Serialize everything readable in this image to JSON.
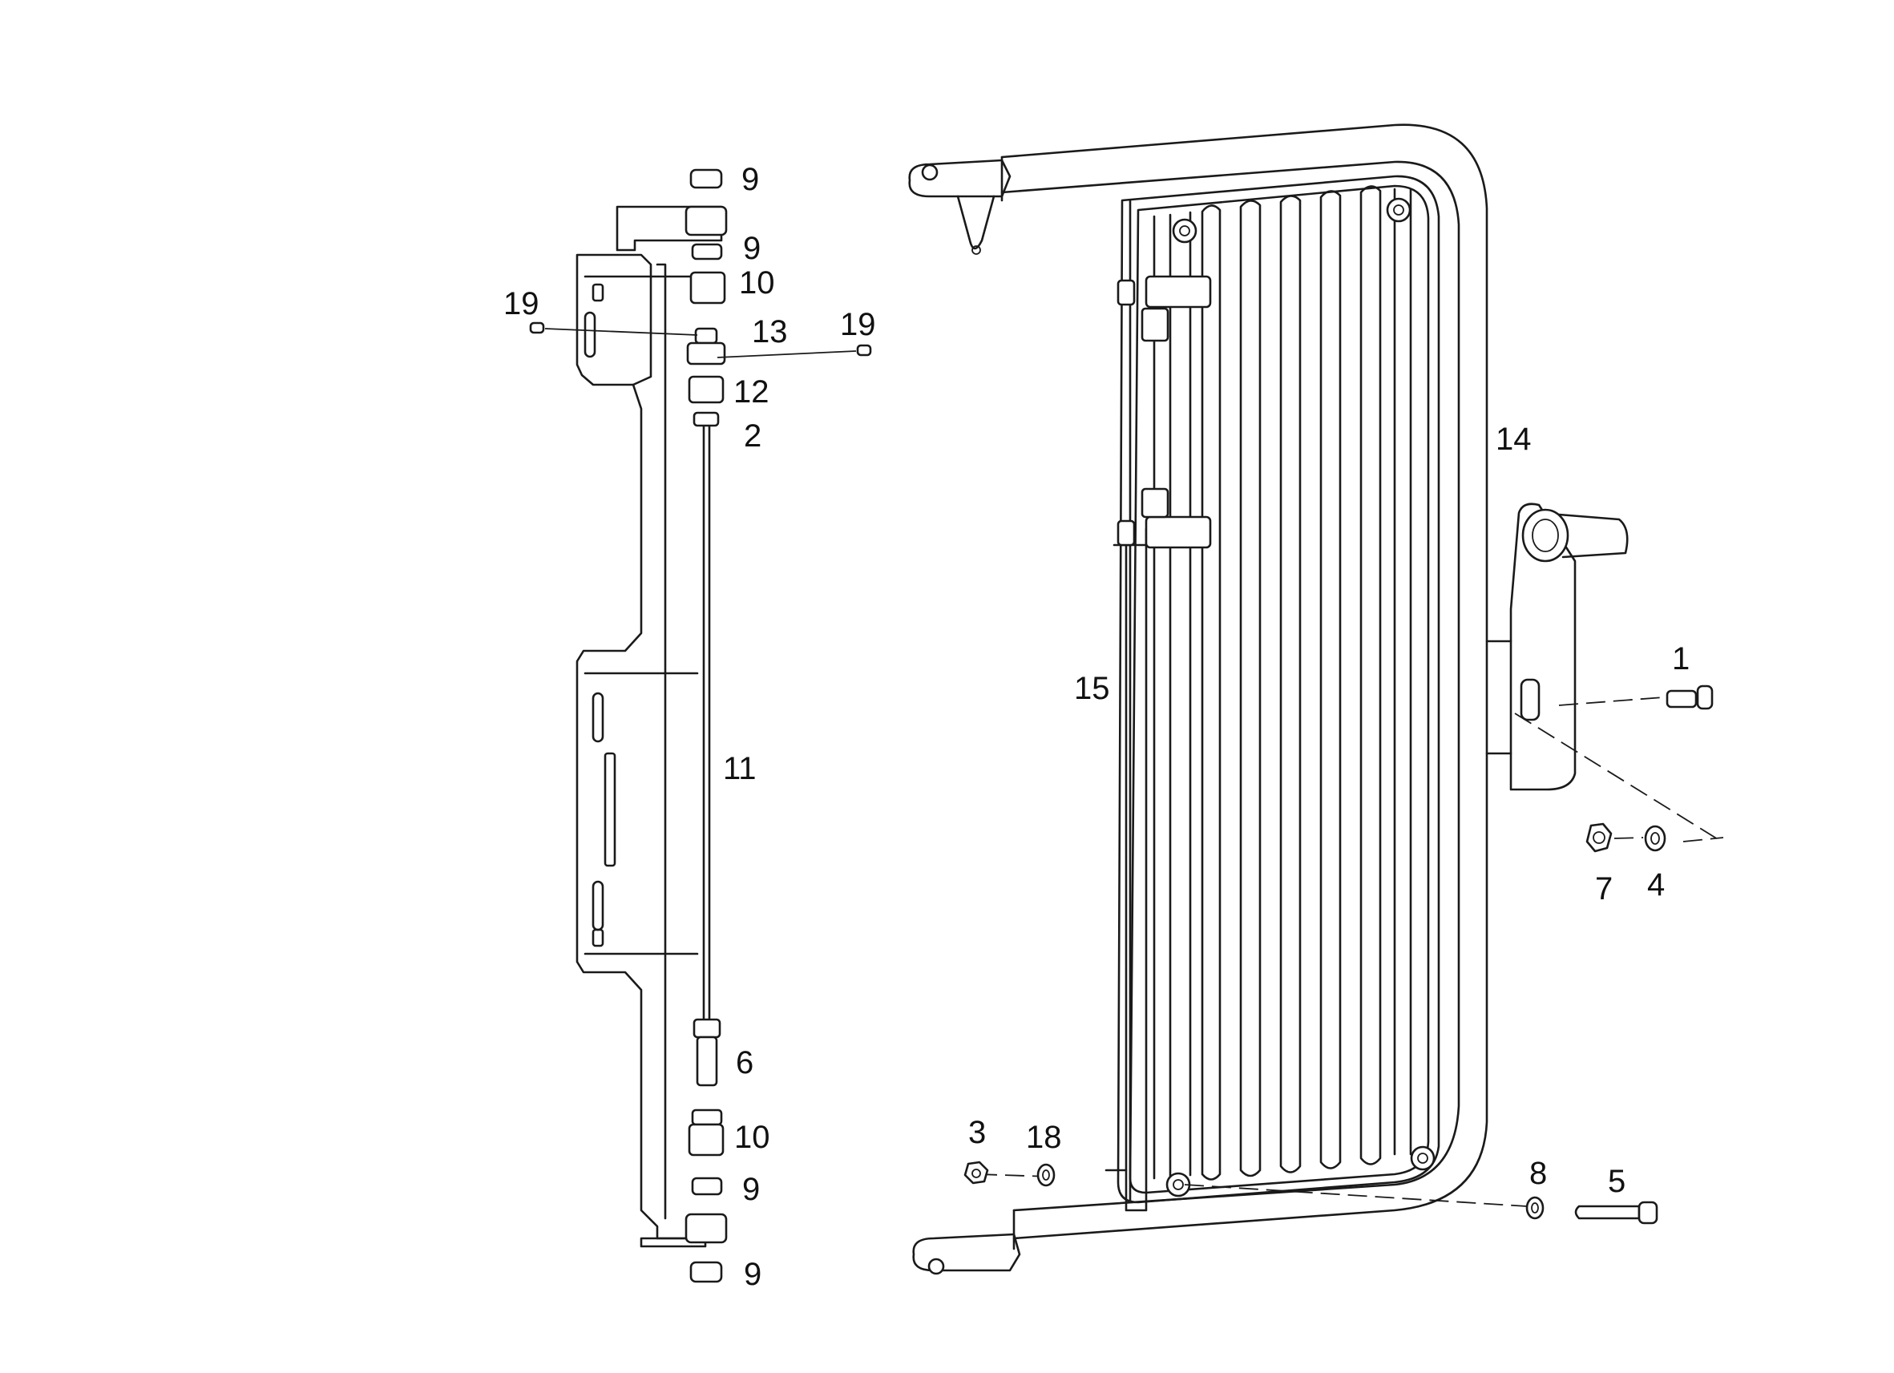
{
  "diagram": {
    "callouts": [
      {
        "id": "c9a",
        "text": "9"
      },
      {
        "id": "c9b",
        "text": "9"
      },
      {
        "id": "c10a",
        "text": "10"
      },
      {
        "id": "c19a",
        "text": "19"
      },
      {
        "id": "c13",
        "text": "13"
      },
      {
        "id": "c19b",
        "text": "19"
      },
      {
        "id": "c12",
        "text": "12"
      },
      {
        "id": "c2",
        "text": "2"
      },
      {
        "id": "c11",
        "text": "11"
      },
      {
        "id": "c6",
        "text": "6"
      },
      {
        "id": "c10b",
        "text": "10"
      },
      {
        "id": "c9c",
        "text": "9"
      },
      {
        "id": "c9d",
        "text": "9"
      },
      {
        "id": "c14",
        "text": "14"
      },
      {
        "id": "c15",
        "text": "15"
      },
      {
        "id": "c1",
        "text": "1"
      },
      {
        "id": "c7",
        "text": "7"
      },
      {
        "id": "c4",
        "text": "4"
      },
      {
        "id": "c3",
        "text": "3"
      },
      {
        "id": "c18",
        "text": "18"
      },
      {
        "id": "c8",
        "text": "8"
      },
      {
        "id": "c5",
        "text": "5"
      }
    ]
  }
}
